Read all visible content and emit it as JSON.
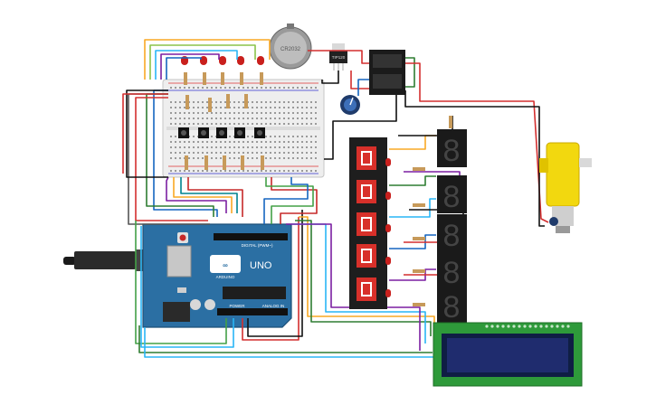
{
  "arduino": {
    "brand_label": "UNO",
    "logo_label": "ARDUINO",
    "digital_header_label": "DIGITAL (PWM~)",
    "power_label": "POWER",
    "analog_label": "ANALOG IN"
  },
  "battery": {
    "label": "CR2032"
  },
  "regulator": {
    "label": "TIP120"
  },
  "seven_segment": {
    "digit_char": "8"
  },
  "colors": {
    "breadboard": "#eeeeee",
    "arduino_board": "#2b6fa3",
    "lcd_board": "#2e9a3a",
    "lcd_screen": "#1f2c6e",
    "motor": "#f2d80f",
    "led": "#c9201d",
    "display_body": "#1a1a1a",
    "segment_red": "#d8302a"
  }
}
